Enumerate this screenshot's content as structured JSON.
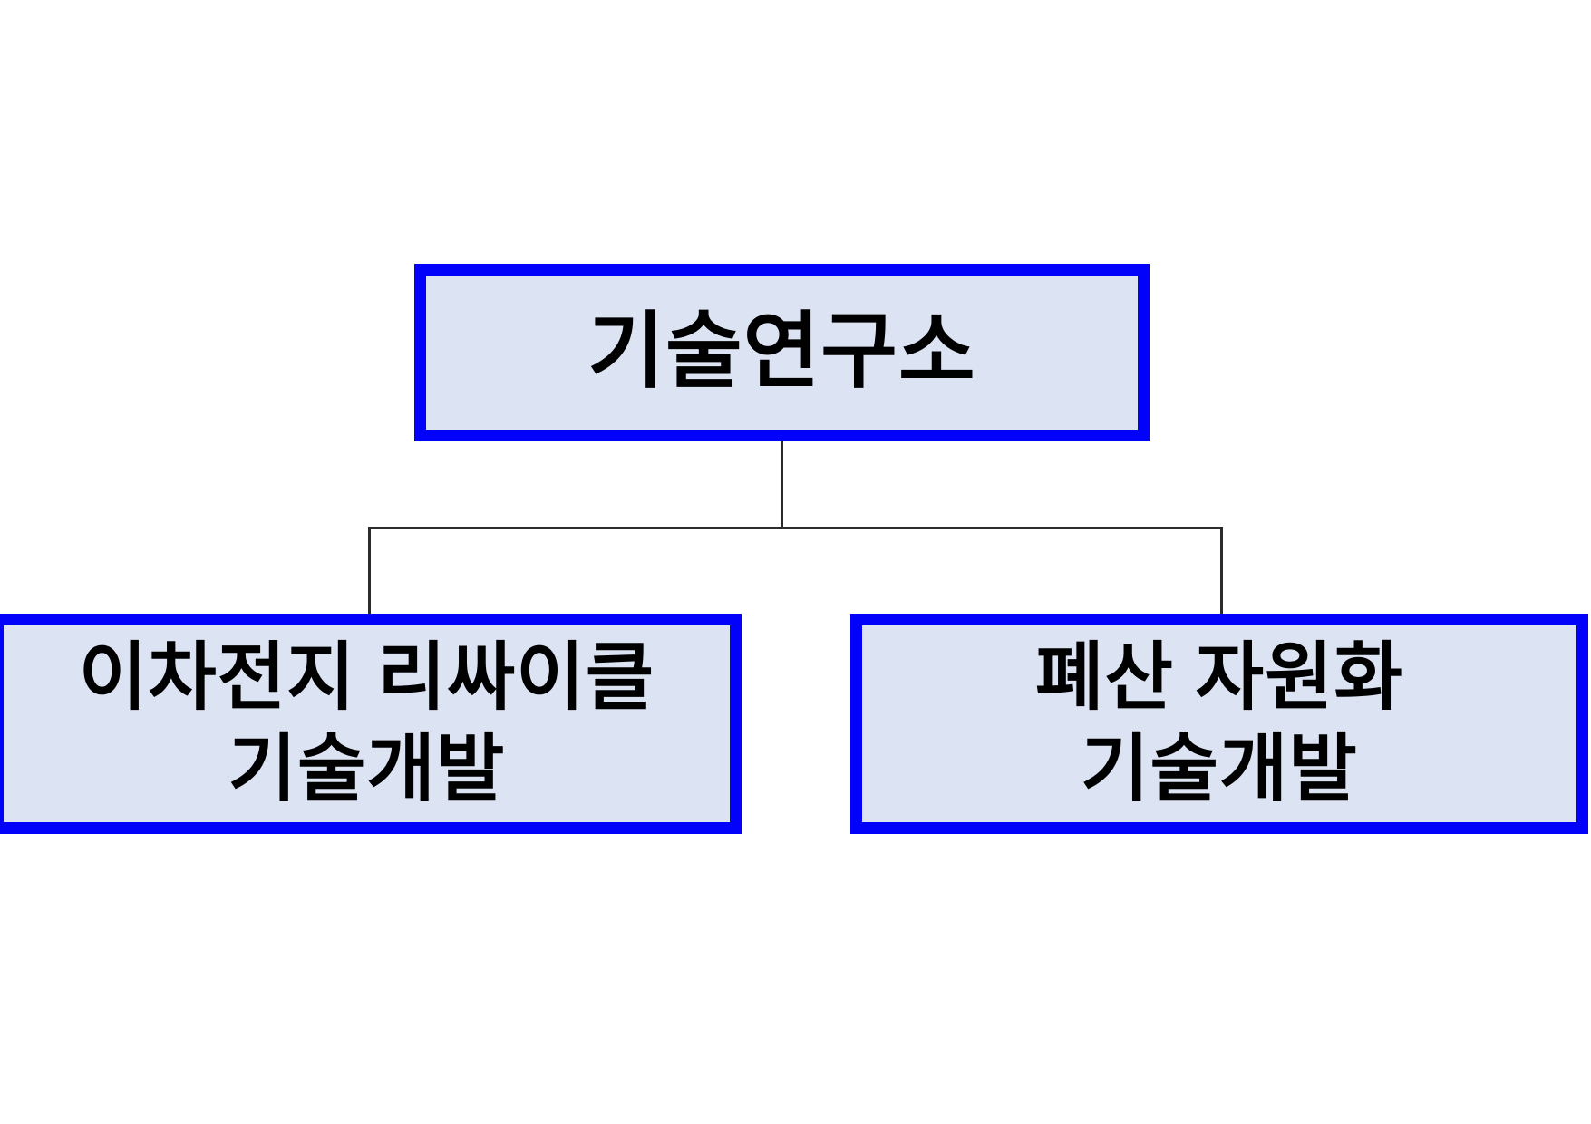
{
  "org_chart": {
    "root": {
      "label": "기술연구소"
    },
    "children": [
      {
        "label": "이차전지 리싸이클\n기술개발"
      },
      {
        "label": "폐산 자원화\n기술개발"
      }
    ]
  },
  "colors": {
    "node_border": "#0202fa",
    "node_fill": "#dce3f3",
    "connector": "#2b2b2b",
    "text": "#000000",
    "canvas_bg": "#ffffff"
  }
}
